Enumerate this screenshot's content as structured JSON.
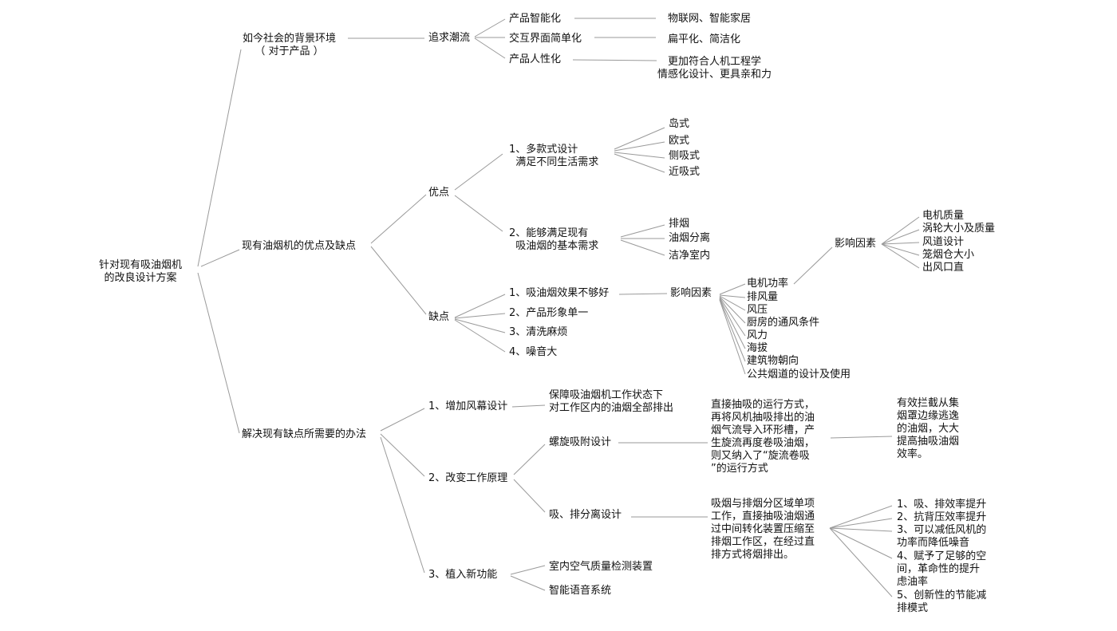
{
  "root": "针对现有吸油烟机\n的改良设计方案",
  "b1": {
    "label": "如今社会的背景环境\n（ 对于产品 ）",
    "trend": "追求潮流",
    "items": [
      {
        "label": "产品智能化",
        "detail": "物联网、智能家居"
      },
      {
        "label": "交互界面简单化",
        "detail": "扁平化、简洁化"
      },
      {
        "label": "产品人性化",
        "detail": "更加符合人机工程学\n情感化设计、更具亲和力"
      }
    ]
  },
  "b2": {
    "label": "现有油烟机的优点及缺点",
    "pros": {
      "label": "优点",
      "p1": {
        "label": "1、多款式设计\n  满足不同生活需求",
        "subs": [
          "岛式",
          "欧式",
          "侧吸式",
          "近吸式"
        ]
      },
      "p2": {
        "label": "2、能够满足现有\n  吸油烟的基本需求",
        "subs": [
          "排烟",
          "油烟分离",
          "洁净室内"
        ]
      }
    },
    "cons": {
      "label": "缺点",
      "items": [
        "1、吸油烟效果不够好",
        "2、产品形象单一",
        "3、清洗麻烦",
        "4、噪音大"
      ],
      "factors_label": "影响因素",
      "factors": [
        "电机功率",
        "排风量",
        "风压",
        "厨房的通风条件",
        "风力",
        "海拔",
        "建筑物朝向",
        "公共烟道的设计及使用"
      ],
      "sub_factors_label": "影响因素",
      "sub_factors": [
        "电机质量",
        "涡轮大小及质量",
        "风道设计",
        "笼烟仓大小",
        "出风口直"
      ]
    }
  },
  "b3": {
    "label": "解决现有缺点所需要的办法",
    "s1": {
      "label": "1、增加风幕设计",
      "detail": "保障吸油烟机工作状态下\n对工作区内的油烟全部排出"
    },
    "s2": {
      "label": "2、改变工作原理",
      "spiral": {
        "label": "螺旋吸附设计",
        "desc": "直接抽吸的运行方式，\n再将风机抽吸排出的油\n烟气流导入环形槽，产\n生旋流再度卷吸油烟，\n则又纳入了“旋流卷吸\n”的运行方式",
        "result": "有效拦截从集\n烟罩边缘逃逸\n的油烟，大大\n提高抽吸油烟\n效率。"
      },
      "separate": {
        "label": "吸、排分离设计",
        "desc": "吸烟与排烟分区域单项\n工作，直接抽吸油烟通\n过中间转化装置压缩至\n排烟工作区，在经过直\n排方式将烟排出。",
        "benefits": [
          "1、吸、排效率提升",
          "2、抗背压效率提升",
          "3、可以减低风机的\n功率而降低噪音",
          "4、赋予了足够的空\n间，革命性的提升\n虑油率",
          "5、创新性的节能减\n排模式"
        ]
      }
    },
    "s3": {
      "label": "3、植入新功能",
      "items": [
        "室内空气质量检测装置",
        "智能语音系统"
      ]
    }
  }
}
